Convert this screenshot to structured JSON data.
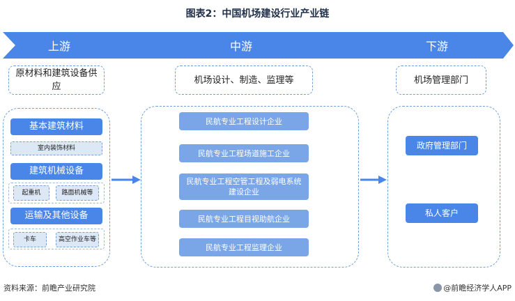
{
  "title": "图表2：中国机场建设行业产业链",
  "stages": {
    "upstream": "上游",
    "midstream": "中游",
    "downstream": "下游"
  },
  "headers": {
    "upstream": "原材料和建筑设备供应",
    "midstream": "机场设计、制造、监理等",
    "downstream": "机场管理部门"
  },
  "upstream_items": {
    "basic_materials": "基本建筑材料",
    "interior_materials": "室内装饰材料",
    "machinery": "建筑机械设备",
    "crane": "起重机",
    "road_machinery": "路面机械等",
    "transport": "运输及其他设备",
    "truck": "卡车",
    "aerial": "高空作业车等"
  },
  "midstream_items": [
    "民航专业工程设计企业",
    "民航专业工程场道施工企业",
    "民航专业工程空管工程及弱电系统建设企业",
    "民航专业工程目视助航企业",
    "民航专业工程监理企业"
  ],
  "downstream_items": [
    "政府管理部门",
    "私人客户"
  ],
  "footer": {
    "source": "资料来源：前瞻产业研究院",
    "brand": "@前瞻经济学人APP"
  },
  "colors": {
    "chevron": "#4a86e8",
    "bar_primary": "#4a86e8",
    "bar_mid": "#7aa6e8",
    "light_box": "#dde8f7",
    "arrow": "#4a86e8"
  }
}
